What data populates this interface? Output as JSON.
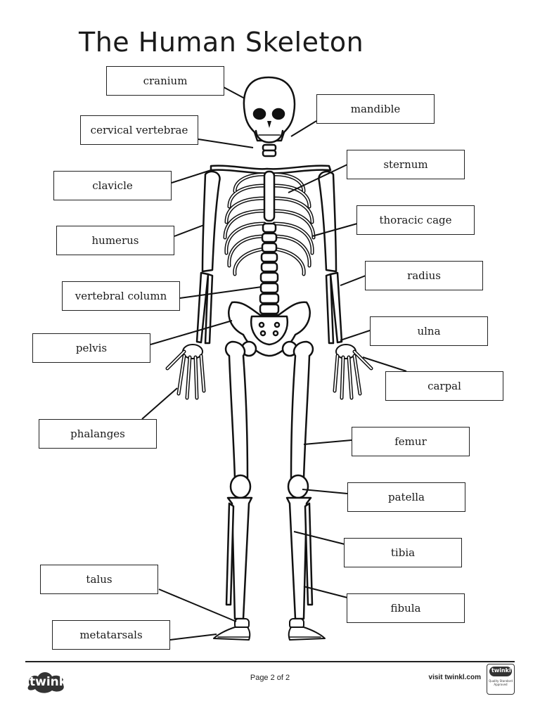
{
  "title": "The Human Skeleton",
  "labels": {
    "cranium": "cranium",
    "cervical_vertebrae": "cervical vertebrae",
    "clavicle": "clavicle",
    "humerus": "humerus",
    "vertebral_column": "vertebral column",
    "pelvis": "pelvis",
    "phalanges": "phalanges",
    "talus": "talus",
    "metatarsals": "metatarsals",
    "mandible": "mandible",
    "sternum": "sternum",
    "thoracic_cage": "thoracic cage",
    "radius": "radius",
    "ulna": "ulna",
    "carpal": "carpal",
    "femur": "femur",
    "patella": "patella",
    "tibia": "tibia",
    "fibula": "fibula"
  },
  "footer": {
    "brand": "twinkl",
    "page": "Page 2 of 2",
    "visit": "visit twinkl.com",
    "stamp_brand": "twinkl",
    "stamp_text": "Quality Standard Approved"
  }
}
